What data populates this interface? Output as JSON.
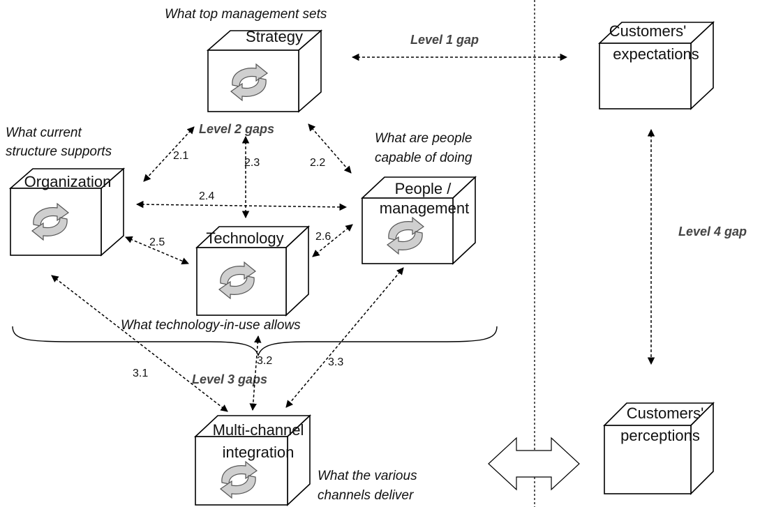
{
  "captions": {
    "top_management": "What top management sets",
    "structure_1": "What current",
    "structure_2": "structure supports",
    "people_1": "What are people",
    "people_2": "capable of doing",
    "technology_allows": "What technology-in-use allows",
    "channels_1": "What the various",
    "channels_2": "channels deliver"
  },
  "boxes": {
    "strategy": "Strategy",
    "organization": "Organization",
    "technology": "Technology",
    "people_1": "People /",
    "people_2": "management",
    "multichannel_1": "Multi-channel",
    "multichannel_2": "integration",
    "expectations_1": "Customers'",
    "expectations_2": "expectations",
    "perceptions_1": "Customers'",
    "perceptions_2": "perceptions"
  },
  "gaps": {
    "level1": "Level 1 gap",
    "level2": "Level 2 gaps",
    "level3": "Level 3 gaps",
    "level4": "Level 4 gap"
  },
  "numbers": {
    "n21": "2.1",
    "n22": "2.2",
    "n23": "2.3",
    "n24": "2.4",
    "n25": "2.5",
    "n26": "2.6",
    "n31": "3.1",
    "n32": "3.2",
    "n33": "3.3"
  },
  "colors": {
    "line": "#000000",
    "arrow_fill": "#d0d0d0",
    "gap_text": "#444444"
  },
  "icons": [
    "cycle-arrows-icon"
  ]
}
